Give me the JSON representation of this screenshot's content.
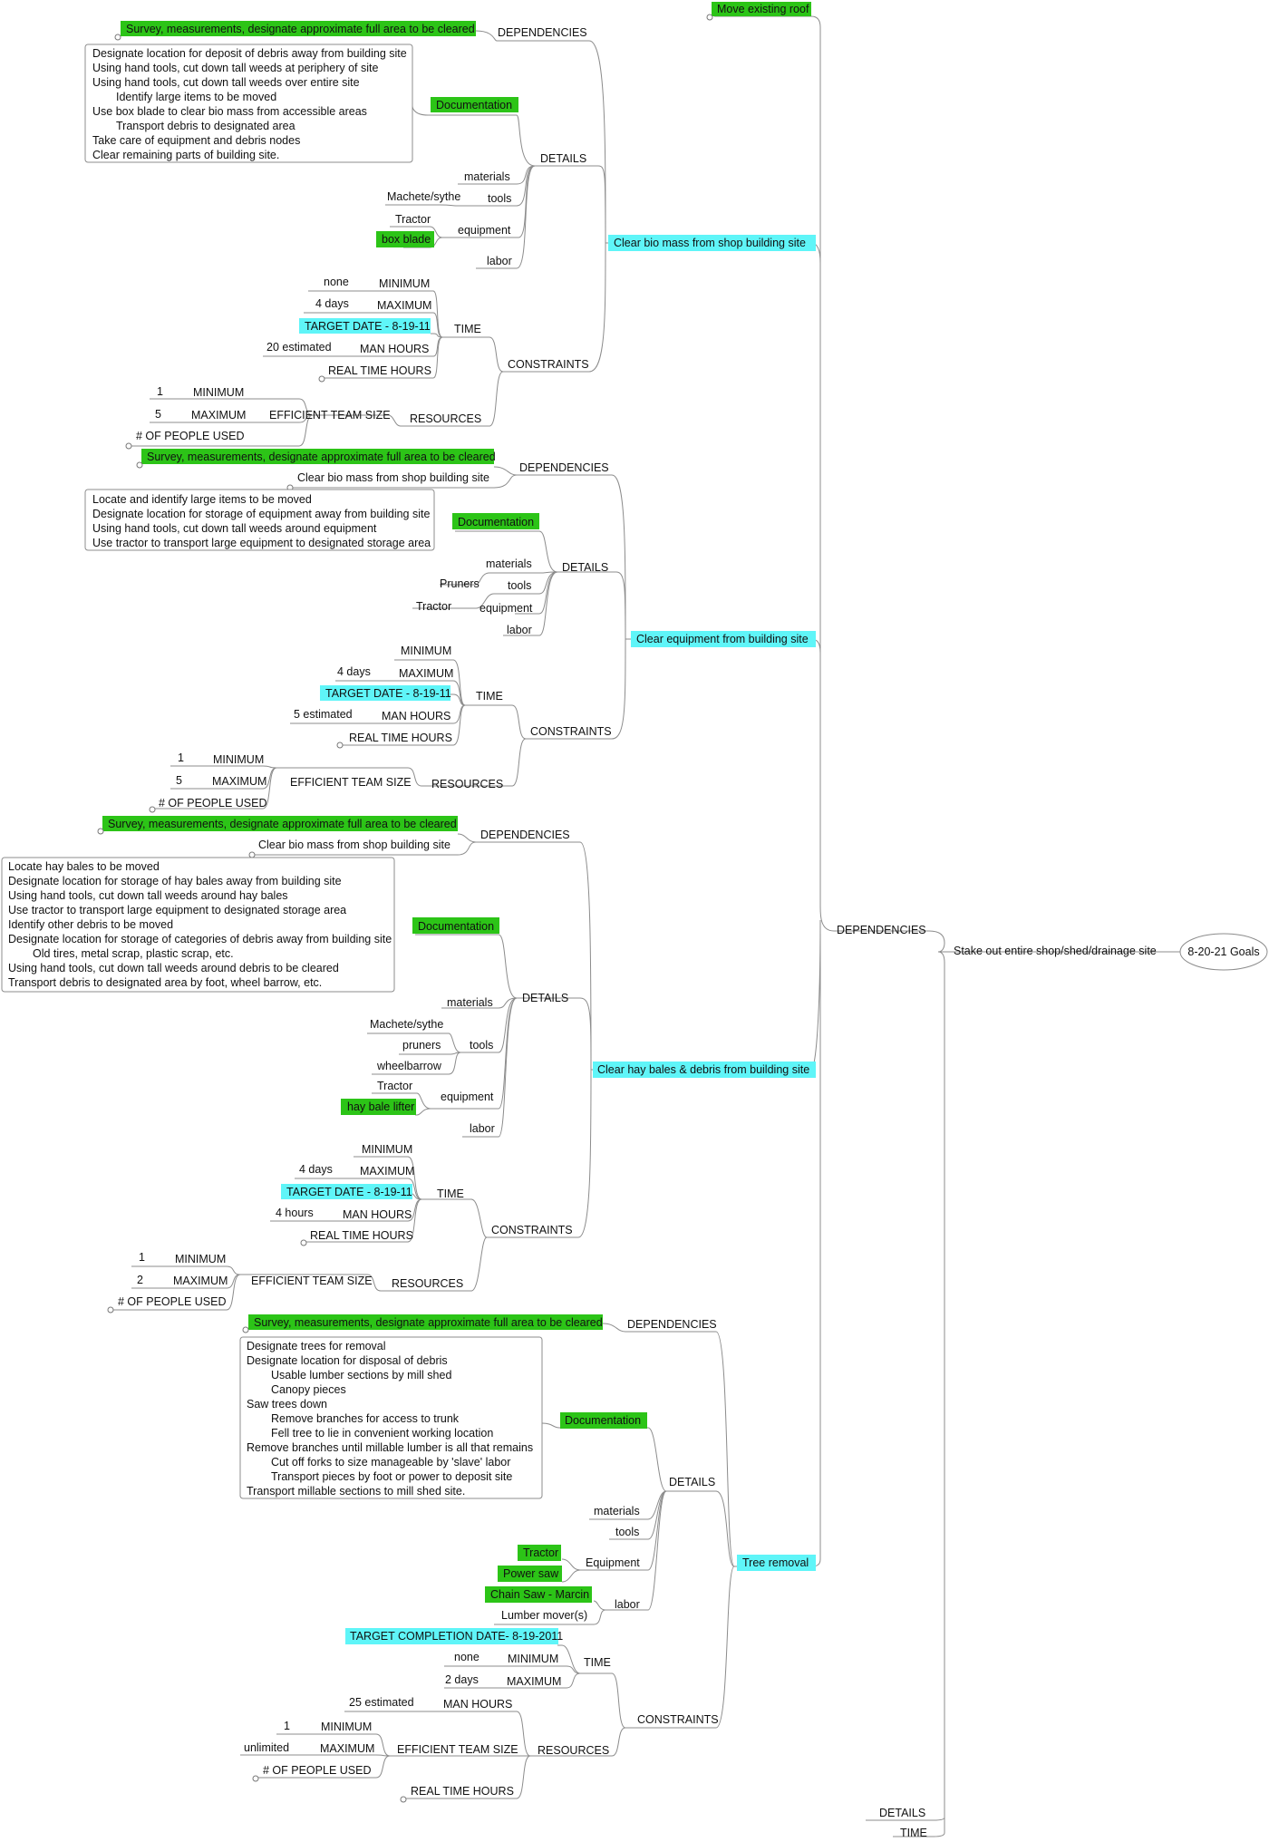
{
  "colors": {
    "green": "#2cc417",
    "cyan": "#5ff5f8",
    "line": "#8c8c8c"
  },
  "root": "8-20-21 Goals",
  "stakeout": "Stake out entire shop/shed/drainage site",
  "dependencies": "DEPENDENCIES",
  "details": "DETAILS",
  "time": "TIME",
  "move_roof": "Move existing roof",
  "branch1": {
    "title": "Clear bio mass from shop building site",
    "dependencies": "DEPENDENCIES",
    "dep_survey": "Survey, measurements, designate approximate full area to be cleared",
    "details": "DETAILS",
    "doc": "Documentation",
    "notes": [
      "Designate location for deposit of debris away from building site",
      "Using hand tools, cut down tall weeds at periphery of site",
      "Using hand tools, cut down tall weeds over entire site",
      "Identify large items to be moved",
      "Use box blade to clear bio mass from accessible areas",
      "Transport debris to designated area",
      "Take care of equipment and debris nodes",
      "Clear remaining parts of building site."
    ],
    "materials": "materials",
    "tools": "tools",
    "tools_item": "Machete/sythe",
    "equipment": "equipment",
    "equip_items": [
      "Tractor",
      "box blade"
    ],
    "labor": "labor",
    "constraints": "CONSTRAINTS",
    "time": "TIME",
    "minimum": "MINIMUM",
    "min_val": "none",
    "maximum": "MAXIMUM",
    "max_val": "4 days",
    "target": "TARGET DATE - 8-19-11",
    "man_hours": "MAN HOURS",
    "man_val": "20 estimated",
    "real_time": "REAL TIME HOURS",
    "resources": "RESOURCES",
    "team": "EFFICIENT TEAM SIZE",
    "team_min": "MINIMUM",
    "team_min_val": "1",
    "team_max": "MAXIMUM",
    "team_max_val": "5",
    "people": "# OF PEOPLE USED"
  },
  "branch2": {
    "title": "Clear equipment from building site",
    "dependencies": "DEPENDENCIES",
    "dep_survey": "Survey, measurements, designate approximate full area to be cleared",
    "dep_bio": "Clear bio mass from shop building site",
    "details": "DETAILS",
    "doc": "Documentation",
    "notes": [
      "Locate and identify large items to be moved",
      "Designate location for storage of equipment away from building site",
      "Using hand tools, cut down tall weeds around equipment",
      "Use tractor to transport large equipment to designated storage area"
    ],
    "materials": "materials",
    "tools": "tools",
    "tools_item": "Pruners",
    "equipment": "equipment",
    "equip_item": "Tractor",
    "labor": "labor",
    "constraints": "CONSTRAINTS",
    "time": "TIME",
    "minimum": "MINIMUM",
    "maximum": "MAXIMUM",
    "max_val": "4 days",
    "target": "TARGET DATE - 8-19-11",
    "man_hours": "MAN HOURS",
    "man_val": "5 estimated",
    "real_time": "REAL TIME HOURS",
    "resources": "RESOURCES",
    "team": "EFFICIENT TEAM SIZE",
    "team_min": "MINIMUM",
    "team_min_val": "1",
    "team_max": "MAXIMUM",
    "team_max_val": "5",
    "people": "# OF PEOPLE USED"
  },
  "branch3": {
    "title": "Clear hay bales & debris from building site",
    "dependencies": "DEPENDENCIES",
    "dep_survey": "Survey, measurements, designate approximate full area to be cleared",
    "dep_bio": "Clear bio mass from shop building site",
    "details": "DETAILS",
    "doc": "Documentation",
    "notes": [
      "Locate hay bales to be moved",
      "Designate location for storage of hay bales away from building site",
      "Using hand tools, cut down tall weeds around hay bales",
      "Use tractor to transport large equipment to designated storage area",
      "Identify other debris to be moved",
      "Designate location for storage of categories of debris away from building site",
      "Old tires, metal scrap, plastic scrap, etc.",
      "Using hand tools, cut down tall weeds around debris to be cleared",
      "Transport debris to designated area by foot, wheel barrow, etc."
    ],
    "materials": "materials",
    "tools": "tools",
    "tools_items": [
      "Machete/sythe",
      "pruners",
      "wheelbarrow"
    ],
    "equipment": "equipment",
    "equip_items": [
      "Tractor",
      "hay bale lifter"
    ],
    "labor": "labor",
    "constraints": "CONSTRAINTS",
    "time": "TIME",
    "minimum": "MINIMUM",
    "maximum": "MAXIMUM",
    "max_val": "4 days",
    "target": "TARGET DATE - 8-19-11",
    "man_hours": "MAN HOURS",
    "man_val": "4 hours",
    "real_time": "REAL TIME HOURS",
    "resources": "RESOURCES",
    "team": "EFFICIENT TEAM SIZE",
    "team_min": "MINIMUM",
    "team_min_val": "1",
    "team_max": "MAXIMUM",
    "team_max_val": "2",
    "people": "# OF PEOPLE USED"
  },
  "branch4": {
    "title": "Tree removal",
    "dependencies": "DEPENDENCIES",
    "dep_survey": "Survey, measurements, designate approximate full area to be cleared",
    "details": "DETAILS",
    "doc": "Documentation",
    "notes": [
      "Designate trees for removal",
      "Designate location for disposal of debris",
      "Usable lumber sections by mill shed",
      "Canopy pieces",
      "Saw trees down",
      "Remove branches for access to trunk",
      "Fell tree to lie in convenient working location",
      "Remove branches until millable lumber is all that remains",
      "Cut off forks to size manageable by 'slave' labor",
      "Transport pieces by foot or power to deposit site",
      "Transport millable sections to mill shed site."
    ],
    "materials": "materials",
    "tools": "tools",
    "equipment": "Equipment",
    "equip_items": [
      "Tractor",
      "Power saw"
    ],
    "labor": "labor",
    "labor_items": [
      "Chain Saw - Marcin",
      "Lumber mover(s)"
    ],
    "constraints": "CONSTRAINTS",
    "time": "TIME",
    "target": "TARGET COMPLETION DATE- 8-19-2011",
    "minimum": "MINIMUM",
    "min_val": "none",
    "maximum": "MAXIMUM",
    "max_val": "2 days",
    "resources": "RESOURCES",
    "man_hours": "MAN HOURS",
    "man_val": "25 estimated",
    "team": "EFFICIENT TEAM SIZE",
    "team_min": "MINIMUM",
    "team_min_val": "1",
    "team_max": "MAXIMUM",
    "team_max_val": "unlimited",
    "people": "# OF PEOPLE USED",
    "real_time": "REAL TIME HOURS"
  }
}
